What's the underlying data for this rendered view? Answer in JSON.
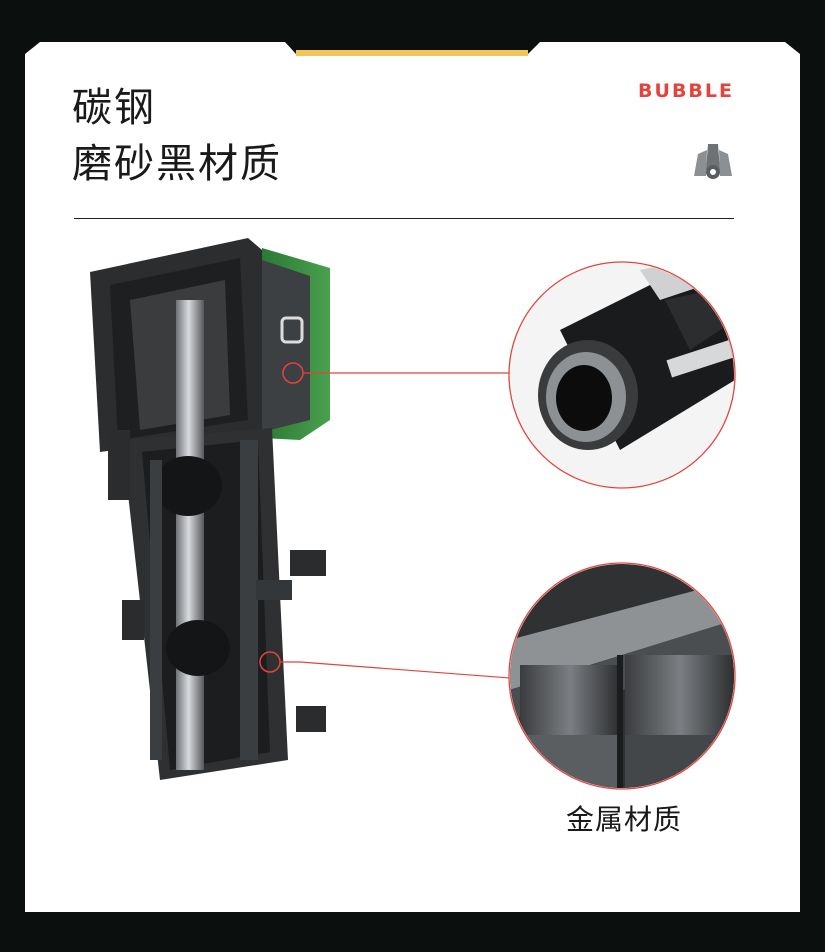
{
  "heading": {
    "line1": "碳钢",
    "line2": "磨砂黑材质"
  },
  "brand": {
    "name": "BUBBLE",
    "accent_color": "#e2433c",
    "highlight_color": "#f3c45a"
  },
  "icons": {
    "logo": "tower-logo-icon"
  },
  "callouts": {
    "caption": "金属材质"
  }
}
